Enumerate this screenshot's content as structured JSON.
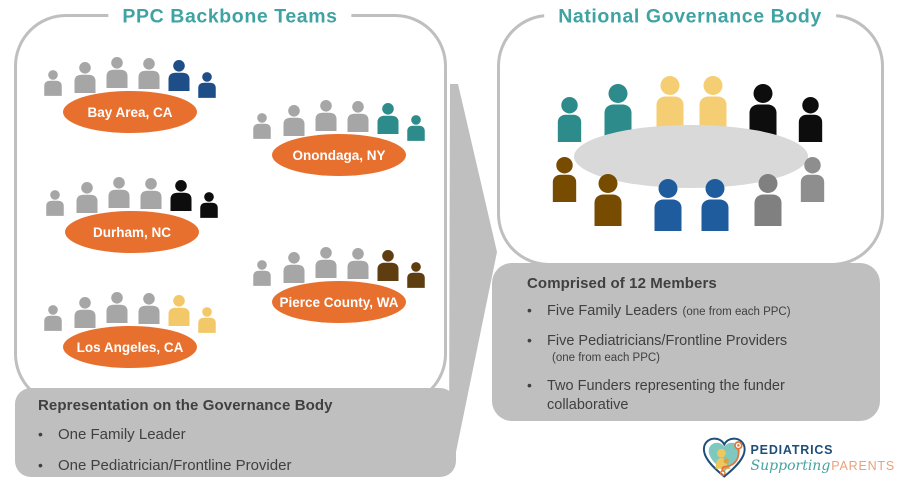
{
  "palette": {
    "panel_border": "#BFBFBF",
    "gray_box": "#BFBFBF",
    "title_teal": "#3FA3A3",
    "team_label_orange": "#E8702E",
    "member_gray": "#A6A6A6",
    "table_gray": "#D9D9D9",
    "text_gray": "#404040",
    "bay_area_blue": "#1E4E87",
    "onondaga_teal": "#2E8B8B",
    "durham_black": "#0D0D0D",
    "pierce_brown": "#5E3D10",
    "los_angeles_yellow": "#F2C868",
    "gov_blue": "#1F5C9E",
    "gov_brown": "#774B00",
    "gov_yellow": "#F5CE73",
    "funder_gray_dark": "#808080",
    "funder_gray_light": "#8E8E8E"
  },
  "left_panel": {
    "title": "PPC Backbone Teams",
    "teams": [
      {
        "label": "Bay Area, CA",
        "member_colors": [
          "#A6A6A6",
          "#A6A6A6",
          "#A6A6A6",
          "#A6A6A6",
          "#1E4E87",
          "#1E4E87"
        ]
      },
      {
        "label": "Onondaga, NY",
        "member_colors": [
          "#A6A6A6",
          "#A6A6A6",
          "#A6A6A6",
          "#A6A6A6",
          "#2E8B8B",
          "#2E8B8B"
        ]
      },
      {
        "label": "Durham, NC",
        "member_colors": [
          "#A6A6A6",
          "#A6A6A6",
          "#A6A6A6",
          "#A6A6A6",
          "#0D0D0D",
          "#0D0D0D"
        ]
      },
      {
        "label": "Pierce County, WA",
        "member_colors": [
          "#A6A6A6",
          "#A6A6A6",
          "#A6A6A6",
          "#A6A6A6",
          "#5E3D10",
          "#5E3D10"
        ]
      },
      {
        "label": "Los Angeles, CA",
        "member_colors": [
          "#A6A6A6",
          "#A6A6A6",
          "#A6A6A6",
          "#A6A6A6",
          "#F2C868",
          "#F2C868"
        ]
      }
    ],
    "footer_box": {
      "title": "Representation on the Governance Body",
      "bullets": [
        "One Family Leader",
        "One Pediatrician/Frontline Provider"
      ]
    }
  },
  "right_panel": {
    "title": "National Governance Body",
    "round_table": {
      "top_row_colors": [
        "#2E8B8B",
        "#2E8B8B",
        "#F5CE73",
        "#F5CE73",
        "#0D0D0D",
        "#0D0D0D"
      ],
      "bottom_row_colors": [
        "#774B00",
        "#774B00",
        "#1F5C9E",
        "#1F5C9E",
        "#808080",
        "#8E8E8E"
      ]
    },
    "info_box": {
      "title": "Comprised of 12 Members",
      "bullets": [
        {
          "text": "Five Family Leaders",
          "note": "(one from each PPC)",
          "note_layout": "inline"
        },
        {
          "text": "Five Pediatricians/Frontline Providers",
          "note": "(one from each PPC)",
          "note_layout": "below"
        },
        {
          "text": "Two Funders representing the funder collaborative",
          "note": "",
          "note_layout": "none"
        }
      ]
    }
  },
  "logo": {
    "pediatrics": "PEDIATRICS",
    "supporting": "Supporting",
    "parents": "PARENTS"
  }
}
